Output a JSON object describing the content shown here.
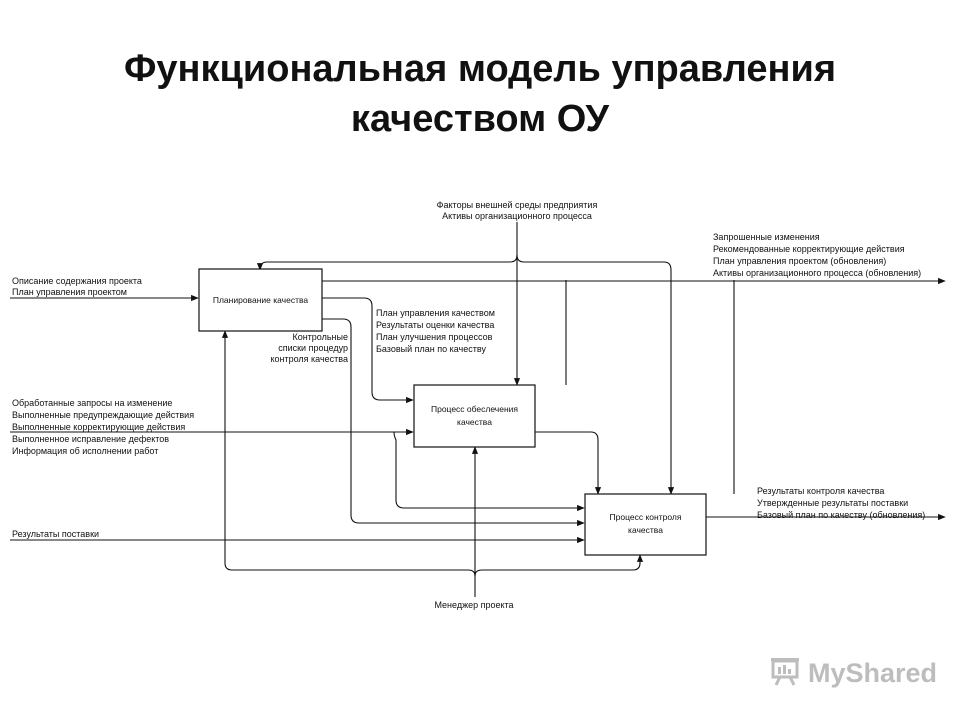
{
  "title": {
    "line1": "Функциональная модель управления",
    "line2": "качеством ОУ"
  },
  "diagram": {
    "boxes": {
      "planning": [
        "Планирование качества"
      ],
      "assurance": [
        "Процесс обеслечения",
        "качества"
      ],
      "control": [
        "Процесс контроля",
        "качества"
      ]
    },
    "labels": {
      "controls_top": [
        "Факторы внешней среды предприятия",
        "Активы организационного процесса"
      ],
      "inputs_planning": [
        "Описание содержания проекта",
        "План управления проектом"
      ],
      "planning_outputs": [
        "План управления качеством",
        "Результаты оценки качества",
        "План улучшения процессов",
        "Базовый план по качеству"
      ],
      "checklists": [
        "Контрольные",
        "списки процедур",
        "контроля качества"
      ],
      "outputs_top": [
        "Запрошенные изменения",
        "Рекомендованные корректирующие действия",
        "План управления проектом (обновления)",
        "Активы организационного процесса (обновления)"
      ],
      "inputs_assurance": [
        "Обработанные запросы на изменение",
        "Выполненные предупреждающие действия",
        "Выполненные корректирующие действия",
        "Выполненное исправление дефектов",
        "Информация об исполнении работ"
      ],
      "inputs_control": [
        "Результаты поставки"
      ],
      "outputs_control": [
        "Результаты контроля качества",
        "Утвержденные результаты поставки",
        "Базовый план по качеству (обновления)"
      ],
      "mechanism": [
        "Менеджер проекта"
      ]
    }
  },
  "watermark": {
    "text": "MyShared",
    "icon": "presentation-board-icon"
  }
}
